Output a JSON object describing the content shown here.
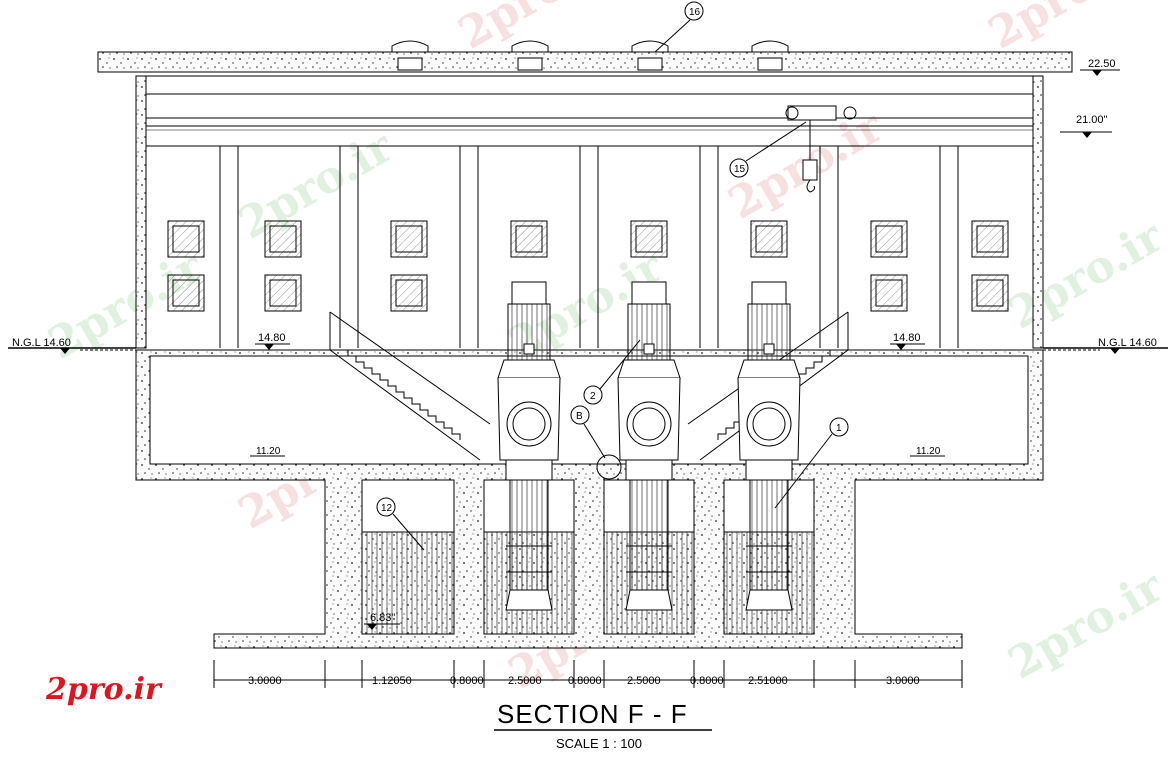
{
  "title": "SECTION  F - F",
  "scale": "SCALE 1 : 100",
  "watermark": "2pro.ir",
  "logo": "2pro.ir",
  "levels": {
    "roof": "22.50",
    "crane": "21.00\"",
    "ngl_left": "N.G.L  14.60",
    "ngl_right": "N.G.L  14.60",
    "floor_left": "14.80",
    "floor_right": "14.80",
    "pit_left": "11.20",
    "pit_right": "11.20",
    "sump": "6.83\""
  },
  "tags": [
    "16",
    "15",
    "12",
    "2",
    "B",
    "1"
  ],
  "dimensions": [
    "3.0000",
    "1.12050",
    "0.8000",
    "2.5000",
    "0.8000",
    "2.5000",
    "0.8000",
    "2.51000",
    "3.0000"
  ],
  "colors": {
    "line": "#000000",
    "logo": "#e0141e",
    "concrete": "#f4f4f4"
  }
}
